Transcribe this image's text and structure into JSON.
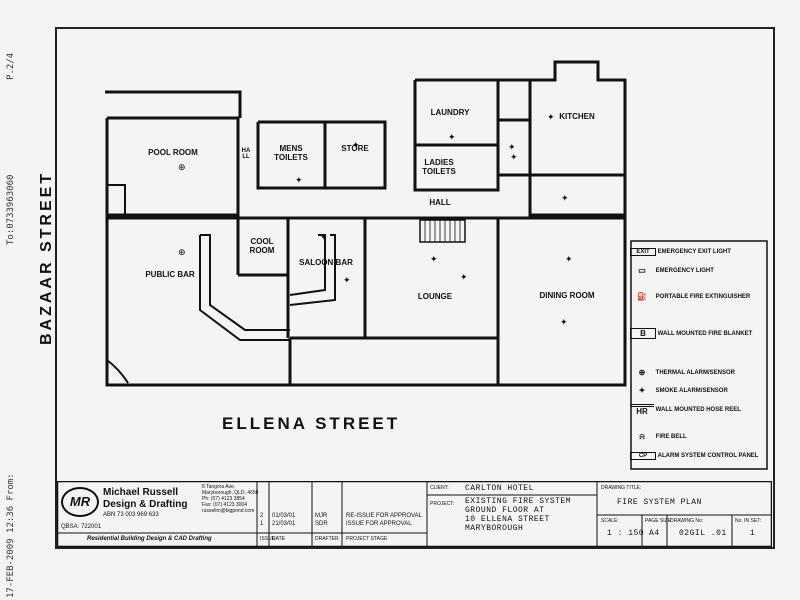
{
  "fax": {
    "left_top": "P.2/4",
    "left_mid": "To:0733963060",
    "left_bottom": "17-FEB-2009 12:36 From:"
  },
  "streets": {
    "side": "BAZAAR STREET",
    "front": "ELLENA STREET"
  },
  "rooms": {
    "pool_room": "POOL ROOM",
    "hall_left": "HALL",
    "mens_toilets": "MENS TOILETS",
    "store": "STORE",
    "laundry": "LAUNDRY",
    "ladies_toilets": "LADIES TOILETS",
    "kitchen": "KITCHEN",
    "hall": "HALL",
    "cool_room": "COOL ROOM",
    "public_bar": "PUBLIC BAR",
    "saloon_bar": "SALOON BAR",
    "lounge": "LOUNGE",
    "dining_room": "DINING ROOM"
  },
  "legend": [
    {
      "symbol": "EXIT",
      "icon": "exit-sign-icon",
      "text": "EMERGENCY EXIT LIGHT"
    },
    {
      "symbol": "▭",
      "icon": "emergency-light-icon",
      "text": "EMERGENCY LIGHT"
    },
    {
      "symbol": "⛽",
      "icon": "fire-extinguisher-icon",
      "text": "PORTABLE FIRE EXTINGUISHER"
    },
    {
      "symbol": "B",
      "icon": "fire-blanket-icon",
      "text": "WALL MOUNTED FIRE BLANKET"
    },
    {
      "symbol": "⊕",
      "icon": "thermal-alarm-icon",
      "text": "THERMAL ALARM/SENSOR"
    },
    {
      "symbol": "✦",
      "icon": "smoke-alarm-icon",
      "text": "SMOKE ALARM/SENSOR"
    },
    {
      "symbol": "HR",
      "icon": "hose-reel-icon",
      "text": "WALL MOUNTED HOSE REEL"
    },
    {
      "symbol": "⍾",
      "icon": "fire-bell-icon",
      "text": "FIRE BELL"
    },
    {
      "symbol": "CP",
      "icon": "control-panel-icon",
      "text": "ALARM SYSTEM CONTROL PANEL"
    }
  ],
  "title_block": {
    "firm_name": "Michael Russell",
    "firm_sub": "Design & Drafting",
    "logo": "MR",
    "address1": "8 Tangora Ave,",
    "address2": "Maryborough, QLD, 4650",
    "phone": "Ph: (07) 4123 3854",
    "fax": "Fax: (07) 4123 3004",
    "email": "russellm@bigpond.com",
    "abn": "ABN 73 003 969 633",
    "qbsa": "QBSA: 722001",
    "tagline": "Residential Building Design & CAD Drafting",
    "rev_rows": [
      {
        "issue": "2",
        "date": "01/03/01",
        "drafter": "MJR",
        "stage": "RE-ISSUE FOR APPROVAL"
      },
      {
        "issue": "1",
        "date": "21/03/01",
        "drafter": "SDR",
        "stage": "ISSUE FOR APPROVAL"
      }
    ],
    "rev_headers": {
      "issue": "ISSUE",
      "date": "DATE",
      "drafter": "DRAFTER",
      "stage": "PROJECT STAGE"
    },
    "client_label": "CLIENT:",
    "client": "CARLTON HOTEL",
    "project_label": "PROJECT:",
    "project_lines": [
      "EXISTING FIRE SYSTEM",
      "GROUND FLOOR AT",
      "10 ELLENA STREET",
      "MARYBOROUGH"
    ],
    "drawing_title_label": "DRAWING TITLE:",
    "drawing_title": "FIRE SYSTEM PLAN",
    "scale_label": "SCALE:",
    "scale": "1 : 150",
    "page_size_label": "PAGE SIZE:",
    "page_size": "A4",
    "drawing_no_label": "DRAWING No:",
    "drawing_no": "02GIL .01",
    "no_in_set_label": "No. IN SET:",
    "no_in_set": "1"
  }
}
